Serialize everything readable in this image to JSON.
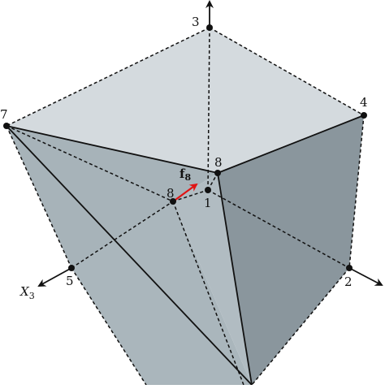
{
  "vertex_labels": {
    "v1": "1",
    "v2": "2",
    "v3": "3",
    "v4": "4",
    "v5": "5",
    "v7": "7",
    "v8_outer": "8",
    "v8_inner": "8"
  },
  "axis_label": {
    "main": "X",
    "sub": "3"
  },
  "force_label": {
    "main": "f",
    "sub": "8"
  },
  "colors": {
    "top_face": "#d4dade",
    "left_face": "#a7b3b9",
    "right_face": "#8a969d",
    "front_face": "#b1bcc2",
    "edge": "#111111",
    "force_arrow": "#e01414",
    "vertex": "#111111"
  }
}
